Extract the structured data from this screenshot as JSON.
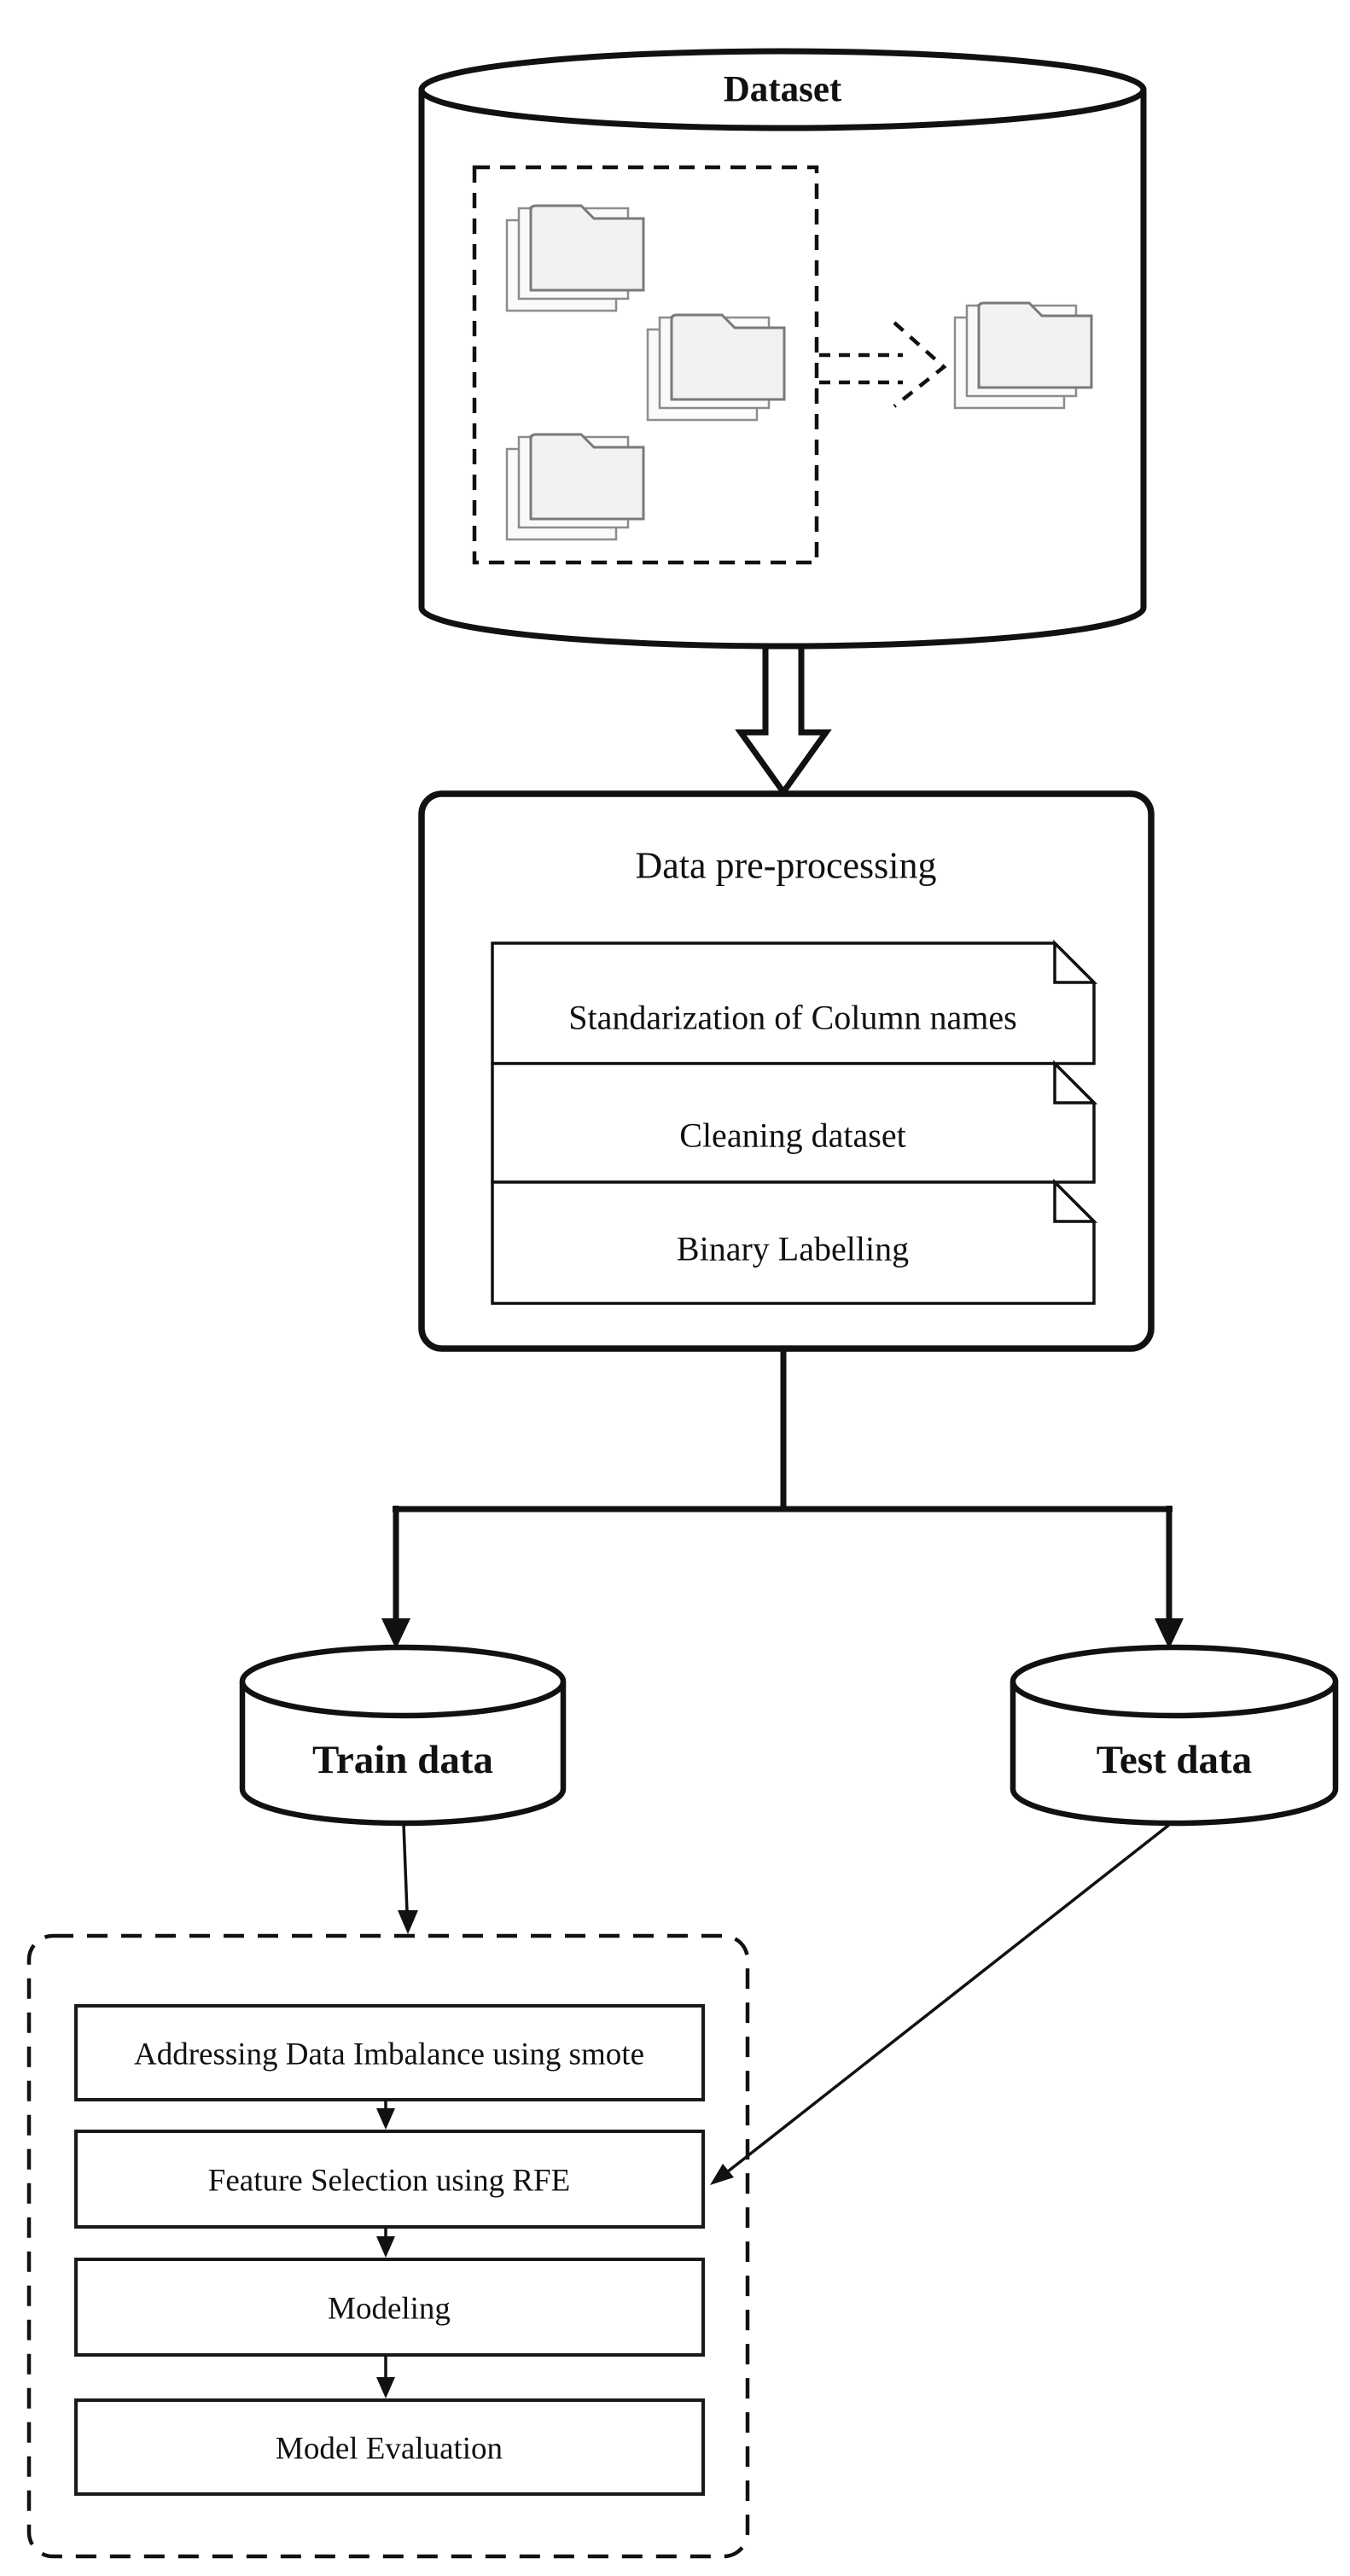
{
  "diagram": {
    "dataset": {
      "title": "Dataset",
      "folder_groups": [
        "folder-stack-1",
        "folder-stack-2",
        "folder-stack-3",
        "folder-stack-merged"
      ]
    },
    "preprocessing": {
      "title": "Data pre-processing",
      "steps": [
        "Standarization of Column names",
        "Cleaning dataset",
        "Binary Labelling"
      ]
    },
    "split": {
      "train_label": "Train data",
      "test_label": "Test data"
    },
    "pipeline": {
      "steps": [
        "Addressing Data Imbalance using smote",
        "Feature Selection using RFE",
        "Modeling",
        "Model Evaluation"
      ]
    }
  },
  "colors": {
    "stroke": "#111111",
    "background": "#ffffff",
    "folder_fill": "#f2f2f2",
    "folder_stroke": "#7a7a7a",
    "box_fill": "#ffffff"
  }
}
